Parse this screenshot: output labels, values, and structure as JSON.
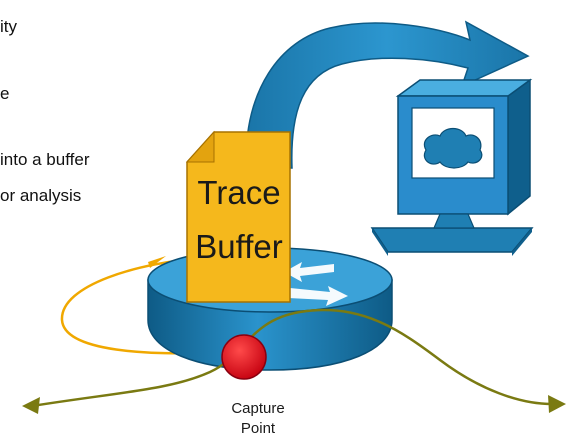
{
  "side_text": {
    "line1": "ity",
    "line2": "e",
    "line3": "into a buffer",
    "line4": "or analysis"
  },
  "buffer_label": {
    "line1": "Trace",
    "line2": "Buffer"
  },
  "capture_label": {
    "line1": "Capture",
    "line2": "Point"
  },
  "colors": {
    "router_blue": "#1f7fb3",
    "router_dark": "#0f5f8c",
    "buffer_yellow": "#f5b81c",
    "capture_red": "#e0001a",
    "traffic_line": "#7a7a12",
    "capture_loop": "#f0a800",
    "monitor_blue": "#2a8ccc"
  }
}
